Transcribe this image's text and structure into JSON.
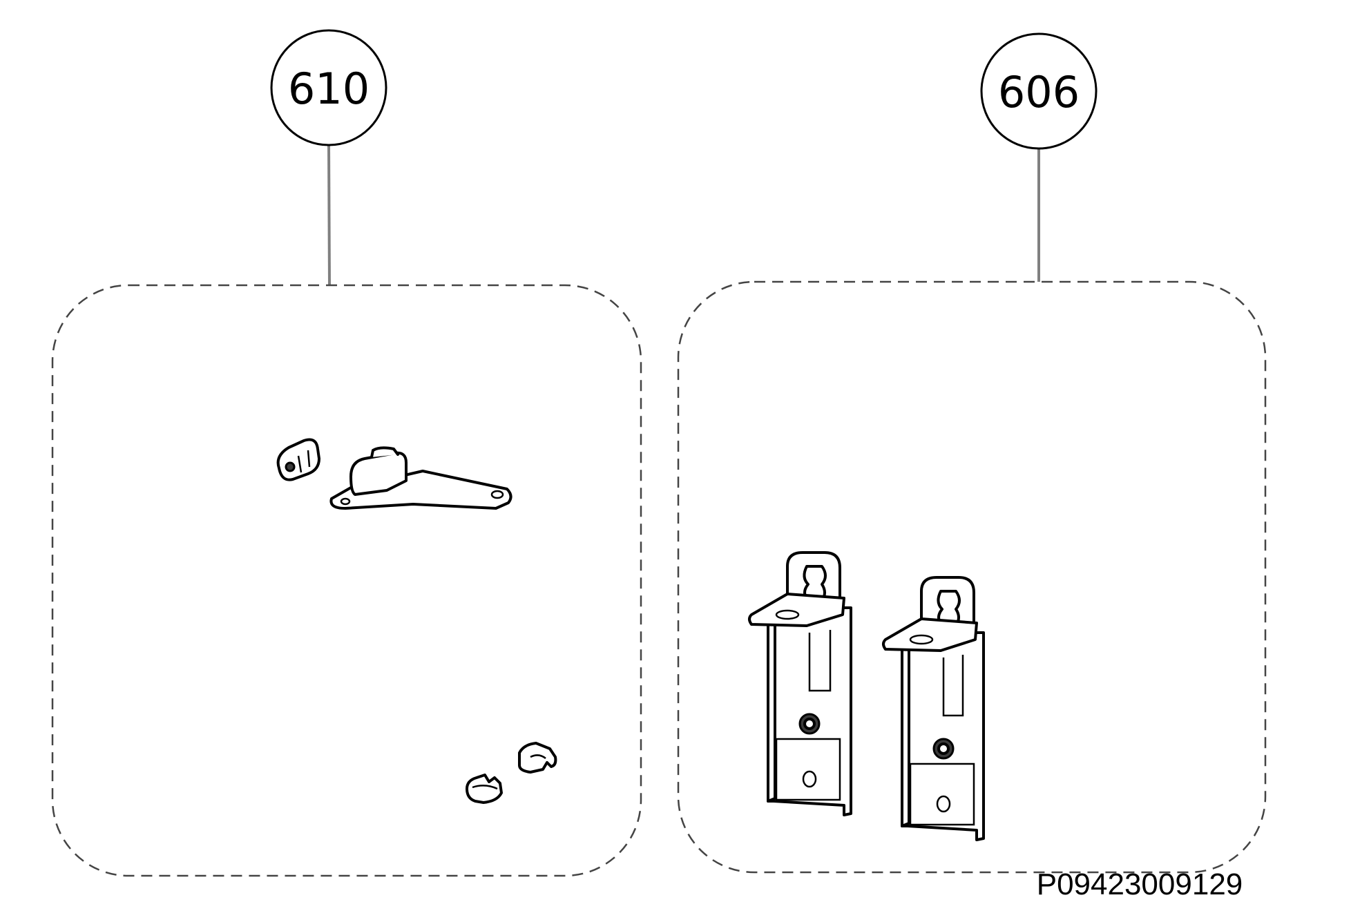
{
  "diagram": {
    "groups": [
      {
        "id": "group-610",
        "label": "610"
      },
      {
        "id": "group-606",
        "label": "606"
      }
    ],
    "reference_code": "P09423009129",
    "colors": {
      "line": "#000000",
      "leader": "#808080",
      "background": "#ffffff"
    }
  }
}
